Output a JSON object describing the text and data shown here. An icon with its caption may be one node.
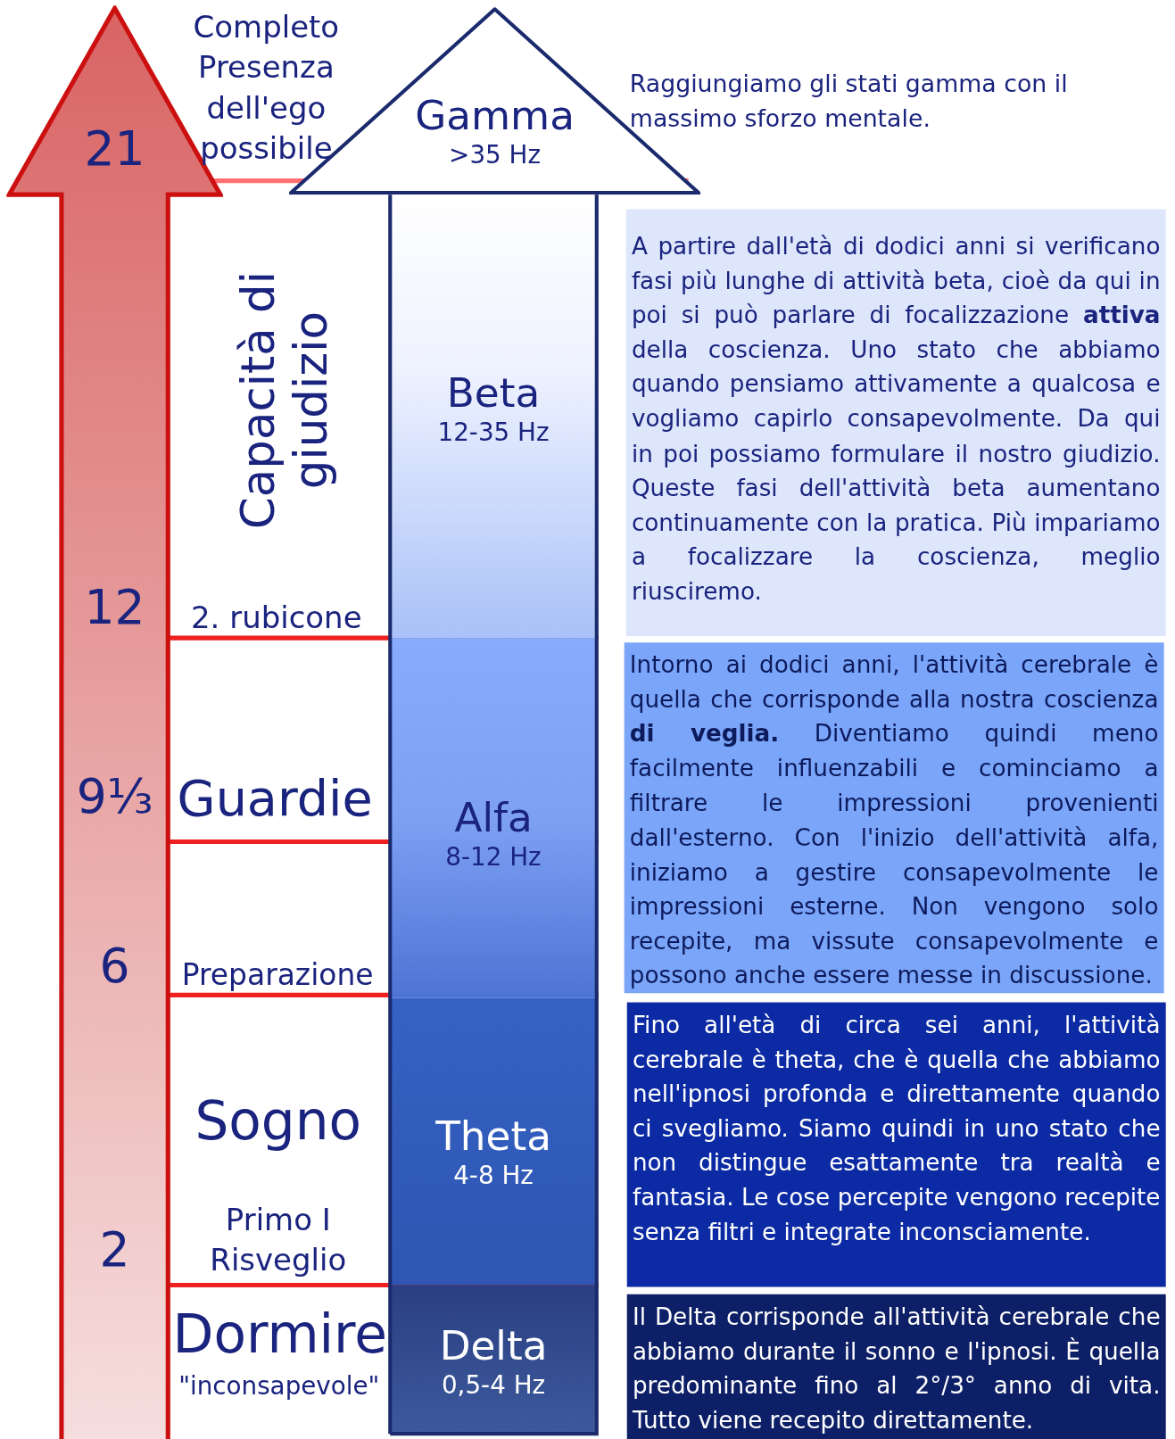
{
  "diagram": {
    "nodes": [
      {
        "text": [
          "21",
          "12",
          "9⅓",
          "6",
          "2"
        ]
      },
      {
        "text": [
          "Gamma",
          ">35 Hz"
        ]
      },
      {
        "text": [
          "Beta",
          "12-35 Hz"
        ]
      },
      {
        "text": [
          "Alfa",
          "8-12 Hz"
        ]
      },
      {
        "text": [
          "Theta",
          "4-8 Hz"
        ]
      },
      {
        "text": [
          "Delta",
          "0,5-4 Hz"
        ]
      },
      {
        "text": [
          "A partire dall'età di dodici anni si verificano fasi più lunghe di attività beta, cioè da qui in poi si può parlare di focalizzazione **attiva** della coscienza. Uno stato che abbiamo quando pensiamo attivamente a qualcosa e vogliamo capirlo consapevolmente. Da qui in poi possiamo formulare il nostro giudizio. Queste fasi dell'attività beta aumentano continuamente con la pratica. Più impariamo a focalizzare la coscienza, meglio riusciremo."
        ]
      },
      {
        "text": [
          "Intorno ai dodici anni, l'attività cerebrale è quella che corrisponde alla nostra coscienza **di veglia.** Diventiamo quindi meno facilmente influenzabili e cominciamo a filtrare le impressioni provenienti dall'esterno. Con l'inizio dell'attività alfa, iniziamo a gestire consapevolmente le impressioni esterne. Non vengono solo recepite, ma vissute consapevolmente e possono anche essere messe in discussione."
        ]
      },
      {
        "text": [
          "Fino all'età di circa sei anni, l'attività cerebrale è theta, che è quella che abbiamo nell'ipnosi profonda e direttamente quando ci svegliamo. Siamo quindi in uno stato che non distingue esattamente tra realtà e fantasia. Le cose percepite vengono recepite senza filtri e integrate inconsciamente."
        ]
      },
      {
        "text": [
          "Il Delta corrisponde all'attività cerebrale che abbiamo durante il sonno e l'ipnosi. È quella predominante fino al 2°/3° anno di vita. Tutto viene recepito direttamente."
        ]
      }
    ],
    "labels": [
      "Completo Presenza dell'ego possibile",
      "Raggiungiamo gli stati gamma con il massimo sforzo mentale.",
      "Capacità di giudizio",
      "2. rubicone",
      "Guardie",
      "Preparazione",
      "Sogno",
      "Primo I Risveglio",
      "Dormire",
      "\"inconsapevole\""
    ]
  }
}
